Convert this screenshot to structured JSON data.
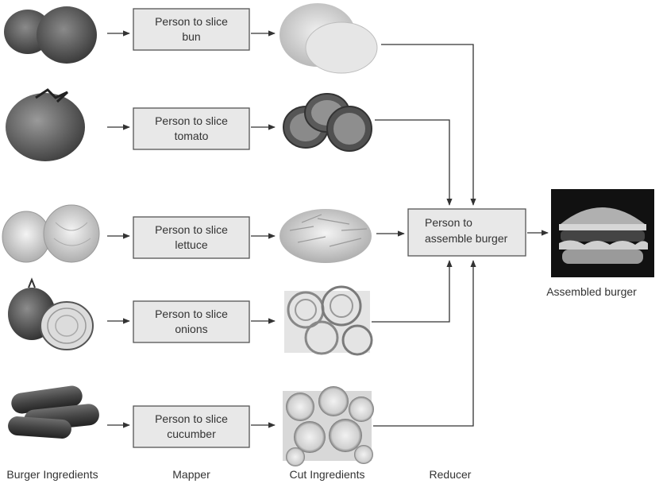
{
  "rows": [
    {
      "ingredient": "bun",
      "mapper_line1": "Person to slice",
      "mapper_line2": "bun"
    },
    {
      "ingredient": "tomato",
      "mapper_line1": "Person to slice",
      "mapper_line2": "tomato"
    },
    {
      "ingredient": "lettuce",
      "mapper_line1": "Person to slice",
      "mapper_line2": "lettuce"
    },
    {
      "ingredient": "onions",
      "mapper_line1": "Person to slice",
      "mapper_line2": "onions"
    },
    {
      "ingredient": "cucumber",
      "mapper_line1": "Person to slice",
      "mapper_line2": "cucumber"
    }
  ],
  "reducer": {
    "line1": "Person to",
    "line2": "assemble burger"
  },
  "output_label": "Assembled burger",
  "column_labels": {
    "ingredients": "Burger Ingredients",
    "mapper": "Mapper",
    "cut": "Cut Ingredients",
    "reducer": "Reducer"
  },
  "colors": {
    "box_fill": "#e8e8e8",
    "box_stroke": "#555555",
    "arrow": "#333333"
  }
}
